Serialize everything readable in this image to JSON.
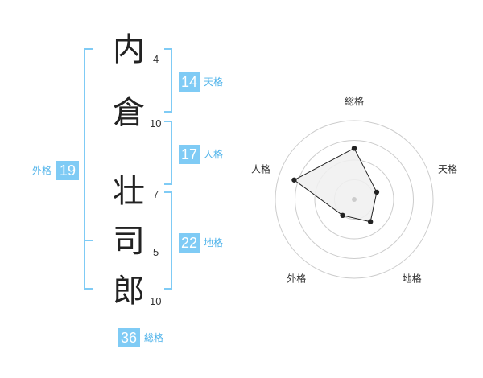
{
  "characters": [
    {
      "char": "内",
      "strokes": "4"
    },
    {
      "char": "倉",
      "strokes": "10"
    },
    {
      "char": "壮",
      "strokes": "7"
    },
    {
      "char": "司",
      "strokes": "5"
    },
    {
      "char": "郎",
      "strokes": "10"
    }
  ],
  "fortunes": {
    "tenkaku": {
      "value": "14",
      "label": "天格"
    },
    "jinkaku": {
      "value": "17",
      "label": "人格"
    },
    "chikaku": {
      "value": "22",
      "label": "地格"
    },
    "gaikaku": {
      "value": "19",
      "label": "外格"
    },
    "soukaku": {
      "value": "36",
      "label": "総格"
    }
  },
  "chart_data": {
    "type": "radar",
    "axes": [
      "総格",
      "天格",
      "地格",
      "外格",
      "人格"
    ],
    "values": [
      0.65,
      0.3,
      0.35,
      0.25,
      0.8
    ],
    "rings": 4,
    "colors": {
      "fill": "#f0f0f0",
      "line": "#222222",
      "grid": "#cccccc",
      "accent": "#7fcbf5"
    }
  }
}
